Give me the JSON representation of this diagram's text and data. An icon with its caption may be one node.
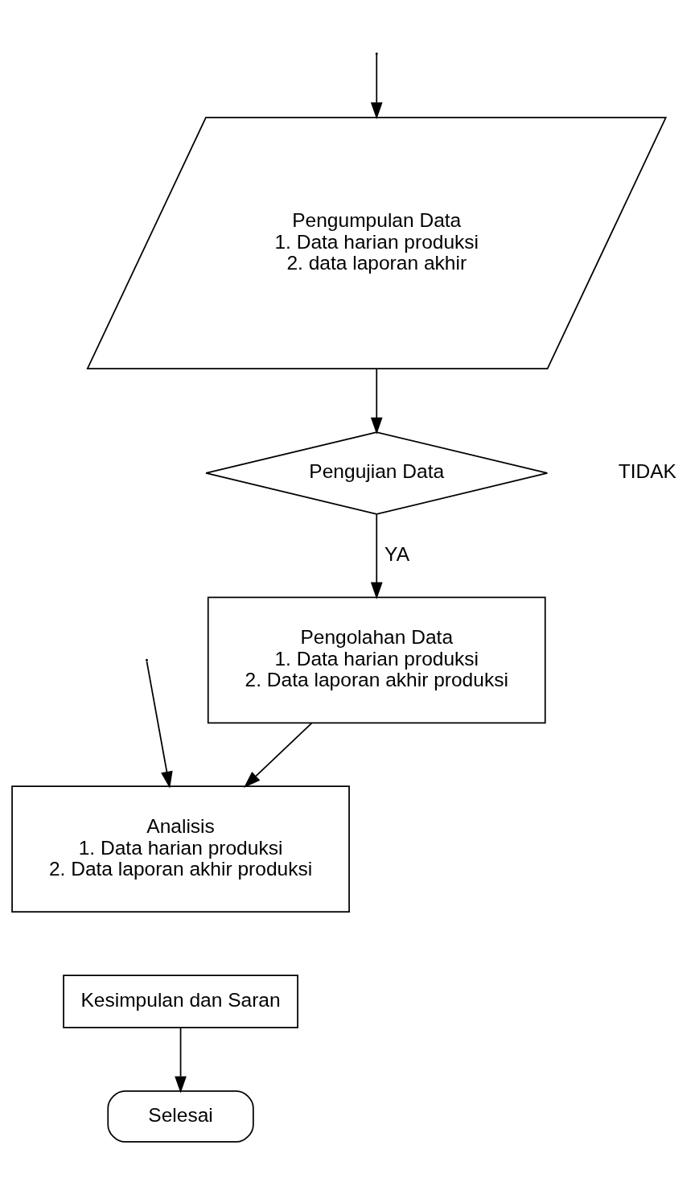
{
  "diagram": {
    "nodes": [
      {
        "text": [
          "Pengumpulan Data",
          "1. Data harian produksi",
          "2. data laporan akhir"
        ]
      },
      {
        "text": [
          "Pengujian Data"
        ]
      },
      {
        "text": [
          "Pengolahan Data",
          "1. Data harian produksi",
          "2. Data laporan akhir produksi"
        ]
      },
      {
        "text": [
          "Analisis",
          "1. Data harian produksi",
          "2. Data laporan akhir produksi"
        ]
      },
      {
        "text": [
          "Kesimpulan dan Saran"
        ]
      },
      {
        "text": [
          "Selesai"
        ]
      }
    ],
    "edges": [
      {
        "from": 0,
        "to": 1,
        "arrow": "to"
      },
      {
        "from": 1,
        "to": 2,
        "arrow": "to",
        "label": "YA"
      },
      {
        "from": 2,
        "to": 3,
        "arrow": "to"
      },
      {
        "from": null,
        "to": 3,
        "arrow": "to"
      },
      {
        "from": null,
        "to": 0,
        "arrow": "to"
      },
      {
        "from": 4,
        "to": 5,
        "arrow": "to"
      }
    ],
    "labels": [
      "TIDAK"
    ]
  }
}
